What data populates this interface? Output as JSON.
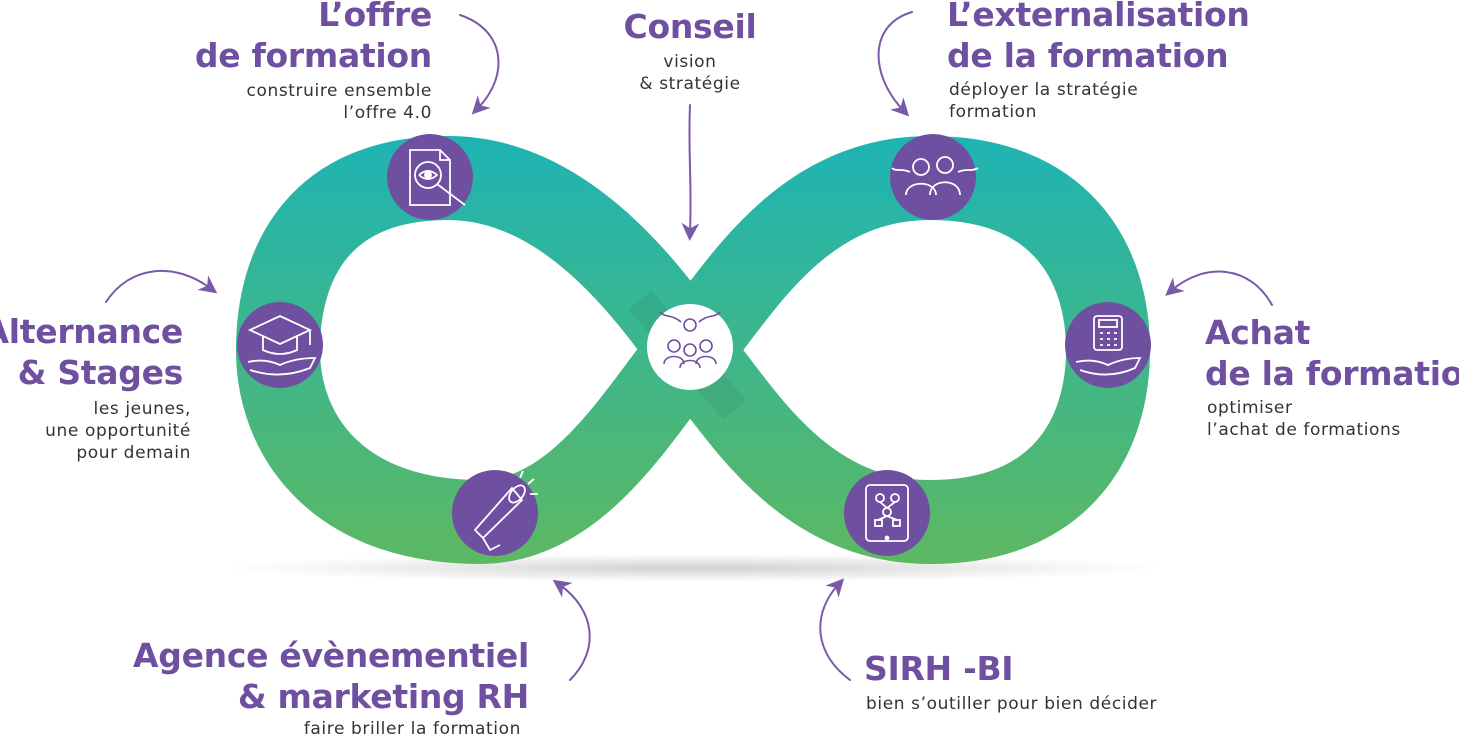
{
  "colors": {
    "accent": "#6f4fa0",
    "ring_top": "#1fb3b3",
    "ring_bottom": "#5ab865",
    "text": "#333333"
  },
  "center_node": {
    "icon": "team-wings-icon"
  },
  "sections": {
    "offre": {
      "title": [
        "L’offre",
        "de formation"
      ],
      "subtitle": [
        "construire ensemble",
        "l’offre 4.0"
      ],
      "icon": "document-eye-magnifier-icon"
    },
    "conseil": {
      "title": [
        "Conseil"
      ],
      "subtitle": [
        "vision",
        "& stratégie"
      ]
    },
    "externalisation": {
      "title": [
        "L’externalisation",
        "de la formation"
      ],
      "subtitle": [
        "déployer la stratégie",
        "formation"
      ],
      "icon": "people-wings-icon"
    },
    "alternance": {
      "title": [
        "Alternance",
        "& Stages"
      ],
      "subtitle": [
        "les jeunes,",
        "une opportunité",
        "pour demain"
      ],
      "icon": "graduation-cap-hand-icon"
    },
    "achat": {
      "title": [
        "Achat",
        "de la formation"
      ],
      "subtitle": [
        "optimiser",
        "l’achat de formations"
      ],
      "icon": "calculator-hand-icon"
    },
    "agence": {
      "title": [
        "Agence évènementiel",
        "& marketing RH"
      ],
      "subtitle": [
        "faire briller la formation"
      ],
      "icon": "megaphone-icon"
    },
    "sirh": {
      "title": [
        "SIRH -BI"
      ],
      "subtitle": [
        "bien s’outiller pour bien décider"
      ],
      "icon": "tablet-orgchart-icon"
    }
  }
}
